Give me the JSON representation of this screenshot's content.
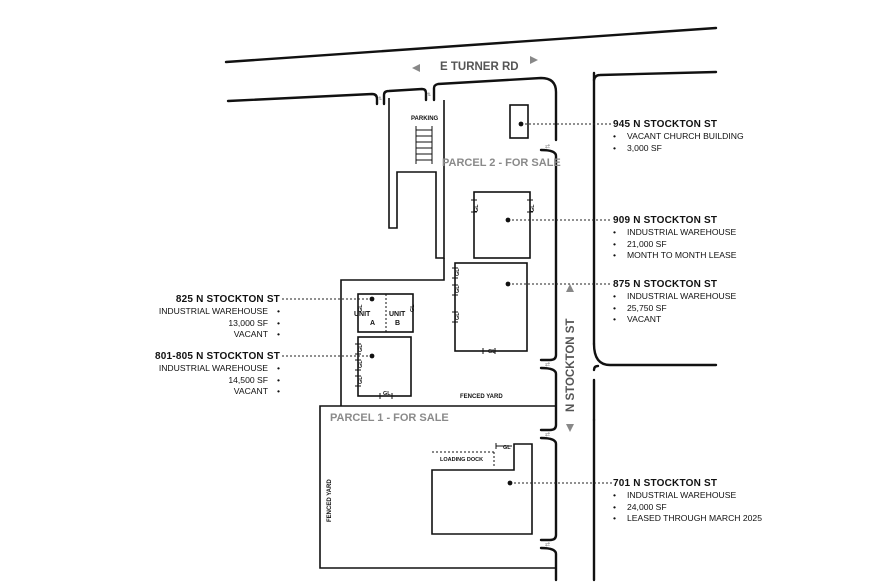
{
  "streets": {
    "turner": "E TURNER RD",
    "stockton": "N STOCKTON ST"
  },
  "areas": {
    "parking": "PARKING",
    "parcel2": "PARCEL 2 - FOR SALE",
    "parcel1": "PARCEL 1 - FOR SALE",
    "fenced_yard_top": "FENCED YARD",
    "fenced_yard_side": "FENCED YARD",
    "loading_dock": "LOADING DOCK"
  },
  "units": {
    "a": "UNIT",
    "a_letter": "A",
    "b": "UNIT",
    "b_letter": "B"
  },
  "gl": "GL",
  "properties": [
    {
      "address": "945 N STOCKTON ST",
      "details": [
        "VACANT CHURCH BUILDING",
        "3,000 SF"
      ]
    },
    {
      "address": "909 N STOCKTON ST",
      "details": [
        "INDUSTRIAL WAREHOUSE",
        "21,000 SF",
        "MONTH TO MONTH LEASE"
      ]
    },
    {
      "address": "875 N STOCKTON ST",
      "details": [
        "INDUSTRIAL WAREHOUSE",
        "25,750 SF",
        "VACANT"
      ]
    },
    {
      "address": "825 N STOCKTON ST",
      "details": [
        "INDUSTRIAL WAREHOUSE",
        "13,000 SF",
        "VACANT"
      ]
    },
    {
      "address": "801-805 N STOCKTON ST",
      "details": [
        "INDUSTRIAL WAREHOUSE",
        "14,500 SF",
        "VACANT"
      ]
    },
    {
      "address": "701 N STOCKTON ST",
      "details": [
        "INDUSTRIAL WAREHOUSE",
        "24,000 SF",
        "LEASED THROUGH MARCH 2025"
      ]
    }
  ]
}
